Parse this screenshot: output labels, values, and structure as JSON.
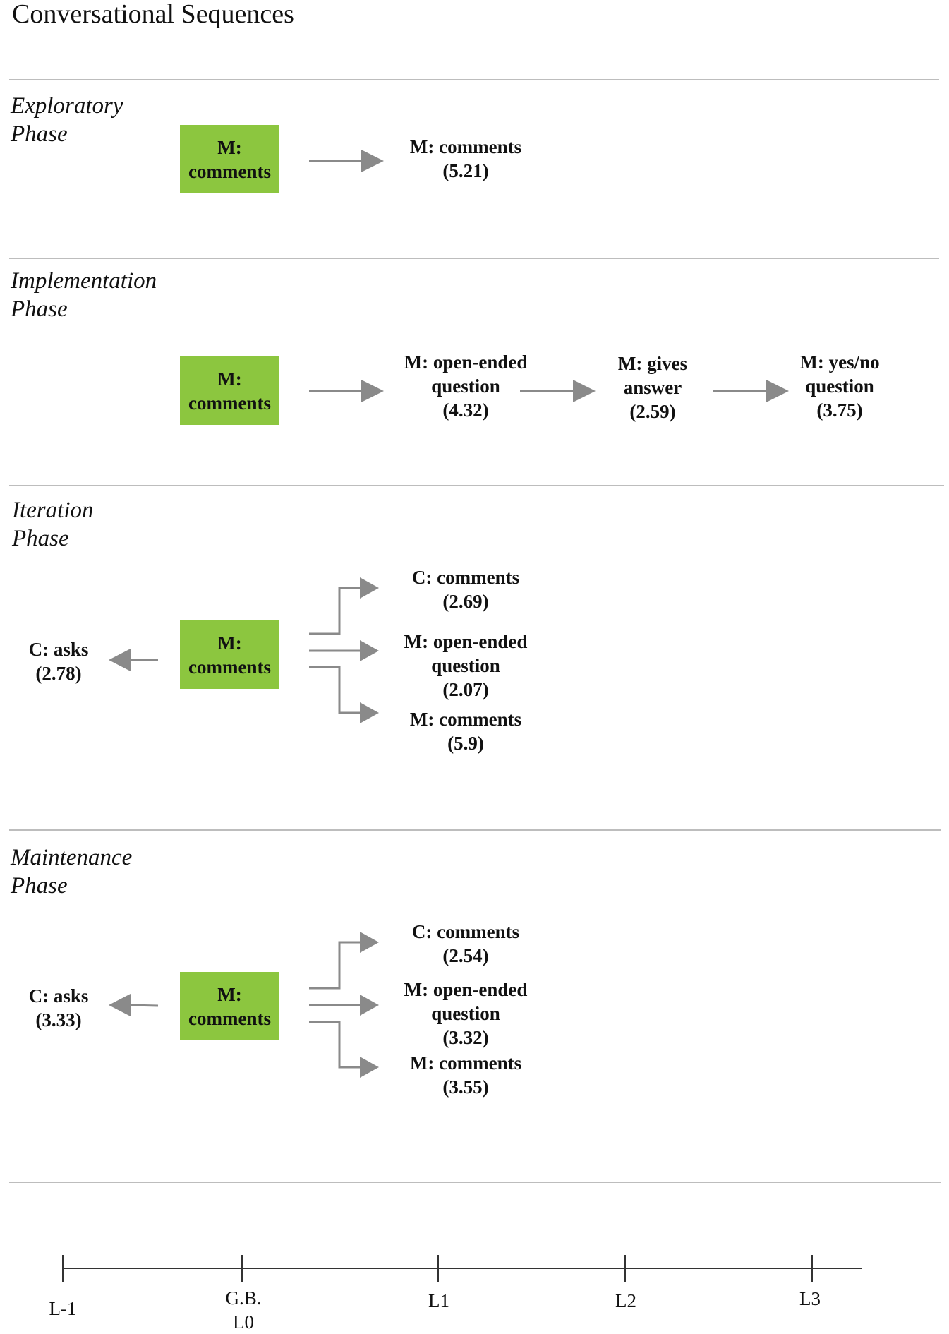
{
  "title": "Conversational Sequences",
  "phases": [
    {
      "label_line1": "Exploratory",
      "label_line2": "Phase",
      "given": [
        "M:",
        "comments"
      ],
      "next": [
        {
          "lines": [
            "M: comments",
            "(5.21)"
          ]
        }
      ]
    },
    {
      "label_line1": "Implementation",
      "label_line2": "Phase",
      "given": [
        "M:",
        "comments"
      ],
      "next": [
        {
          "lines": [
            "M: open-ended",
            "question",
            "(4.32)"
          ]
        },
        {
          "lines": [
            "M: gives",
            "answer",
            "(2.59)"
          ]
        },
        {
          "lines": [
            "M: yes/no",
            "question",
            "(3.75)"
          ]
        }
      ]
    },
    {
      "label_line1": "Iteration",
      "label_line2": "Phase",
      "previous": {
        "lines": [
          "C: asks",
          "(2.78)"
        ]
      },
      "given": [
        "M:",
        "comments"
      ],
      "next": [
        {
          "lines": [
            "C: comments",
            "(2.69)"
          ]
        },
        {
          "lines": [
            "M: open-ended",
            "question",
            "(2.07)"
          ]
        },
        {
          "lines": [
            "M: comments",
            "(5.9)"
          ]
        }
      ]
    },
    {
      "label_line1": "Maintenance",
      "label_line2": "Phase",
      "previous": {
        "lines": [
          "C: asks",
          "(3.33)"
        ]
      },
      "given": [
        "M:",
        "comments"
      ],
      "next": [
        {
          "lines": [
            "C: comments",
            "(2.54)"
          ]
        },
        {
          "lines": [
            "M: open-ended",
            "question",
            "(3.32)"
          ]
        },
        {
          "lines": [
            "M: comments",
            "(3.55)"
          ]
        }
      ]
    }
  ],
  "timeline": {
    "ticks": [
      {
        "lines": [
          "L-1"
        ]
      },
      {
        "lines": [
          "G.B.",
          "L0"
        ]
      },
      {
        "lines": [
          "L1"
        ]
      },
      {
        "lines": [
          "L2"
        ]
      },
      {
        "lines": [
          "L3"
        ]
      }
    ]
  },
  "colors": {
    "given_box": "#8cc63f",
    "arrow": "#8a8a8a",
    "rule": "#bdbdbd"
  }
}
